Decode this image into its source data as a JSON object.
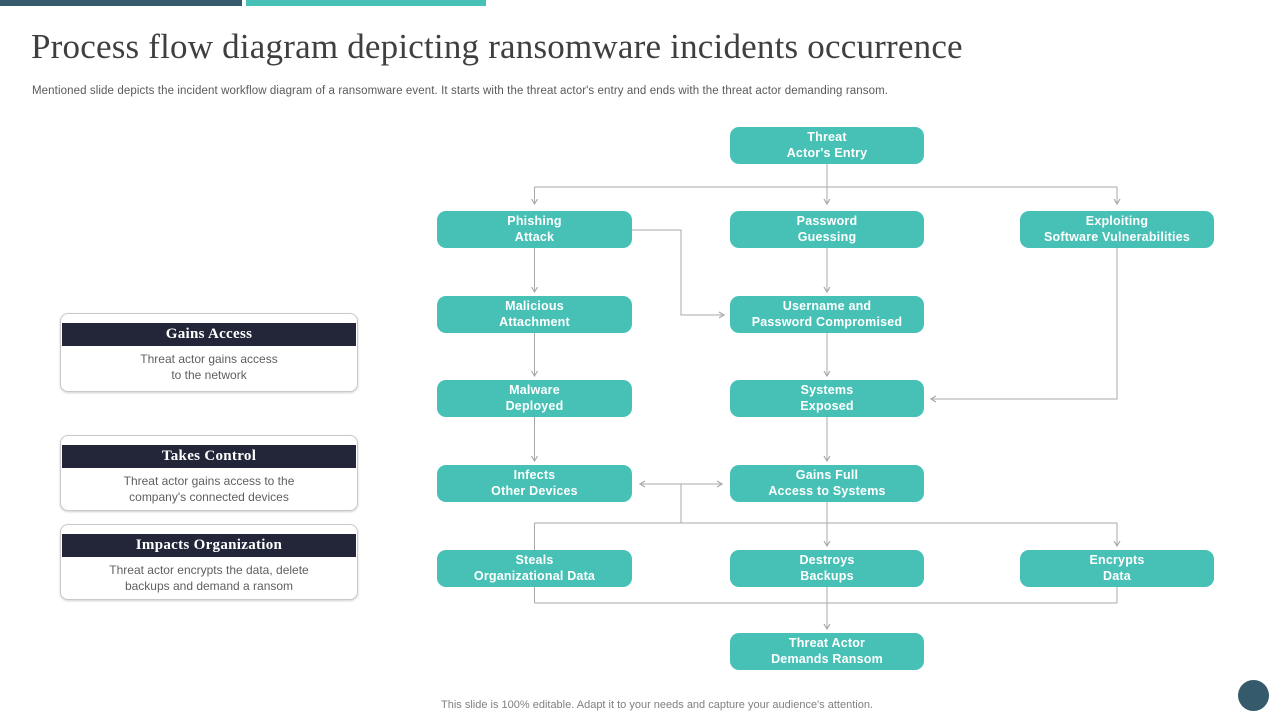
{
  "slide": {
    "title": "Process flow diagram depicting ransomware incidents occurrence",
    "subtitle": "Mentioned slide depicts the incident workflow diagram of a ransomware event. It starts with the threat actor's entry and ends with the threat actor demanding ransom.",
    "footer": "This slide is 100% editable. Adapt it to your needs and capture your audience's attention."
  },
  "colors": {
    "node_teal": "#47C1B6",
    "header_navy": "#232639",
    "slate_accent": "#355A6B",
    "connector_gray": "#A9A9A9"
  },
  "diagram": {
    "type": "flowchart",
    "nodes": [
      {
        "id": "threat-actors-entry",
        "label": "Threat\nActor's Entry"
      },
      {
        "id": "phishing-attack",
        "label": "Phishing\nAttack"
      },
      {
        "id": "password-guessing",
        "label": "Password\nGuessing"
      },
      {
        "id": "exploiting-software-vulnerabilities",
        "label": "Exploiting\nSoftware Vulnerabilities"
      },
      {
        "id": "malicious-attachment",
        "label": "Malicious\nAttachment"
      },
      {
        "id": "username-and-password-compromised",
        "label": "Username and\nPassword Compromised"
      },
      {
        "id": "malware-deployed",
        "label": "Malware\nDeployed"
      },
      {
        "id": "systems-exposed",
        "label": "Systems\nExposed"
      },
      {
        "id": "infects-other-devices",
        "label": "Infects\nOther Devices"
      },
      {
        "id": "gains-full-access-to-systems",
        "label": "Gains Full\nAccess to Systems"
      },
      {
        "id": "steals-organizational-data",
        "label": "Steals\nOrganizational Data"
      },
      {
        "id": "destroys-backups",
        "label": "Destroys\nBackups"
      },
      {
        "id": "encrypts-data",
        "label": "Encrypts\nData"
      },
      {
        "id": "threat-actor-demands-ransom",
        "label": "Threat Actor\nDemands Ransom"
      }
    ],
    "edges": [
      {
        "from": "threat-actors-entry",
        "to": "phishing-attack"
      },
      {
        "from": "threat-actors-entry",
        "to": "password-guessing"
      },
      {
        "from": "threat-actors-entry",
        "to": "exploiting-software-vulnerabilities"
      },
      {
        "from": "phishing-attack",
        "to": "malicious-attachment"
      },
      {
        "from": "phishing-attack",
        "to": "username-and-password-compromised"
      },
      {
        "from": "password-guessing",
        "to": "username-and-password-compromised"
      },
      {
        "from": "malicious-attachment",
        "to": "malware-deployed"
      },
      {
        "from": "username-and-password-compromised",
        "to": "systems-exposed"
      },
      {
        "from": "exploiting-software-vulnerabilities",
        "to": "systems-exposed"
      },
      {
        "from": "malware-deployed",
        "to": "infects-other-devices"
      },
      {
        "from": "systems-exposed",
        "to": "gains-full-access-to-systems"
      },
      {
        "from": "infects-other-devices",
        "to": "gains-full-access-to-systems",
        "bidirectional": true
      },
      {
        "from": "gains-full-access-to-systems",
        "to": "steals-organizational-data"
      },
      {
        "from": "gains-full-access-to-systems",
        "to": "destroys-backups"
      },
      {
        "from": "gains-full-access-to-systems",
        "to": "encrypts-data"
      },
      {
        "from": "steals-organizational-data",
        "to": "threat-actor-demands-ransom"
      },
      {
        "from": "destroys-backups",
        "to": "threat-actor-demands-ransom"
      },
      {
        "from": "encrypts-data",
        "to": "threat-actor-demands-ransom"
      }
    ]
  },
  "callouts": [
    {
      "title": "Gains Access",
      "body": "Threat actor gains access\nto the network"
    },
    {
      "title": "Takes Control",
      "body": "Threat actor gains access to the\ncompany's connected devices"
    },
    {
      "title": "Impacts Organization",
      "body": "Threat actor encrypts the data, delete\nbackups and demand a ransom"
    }
  ]
}
